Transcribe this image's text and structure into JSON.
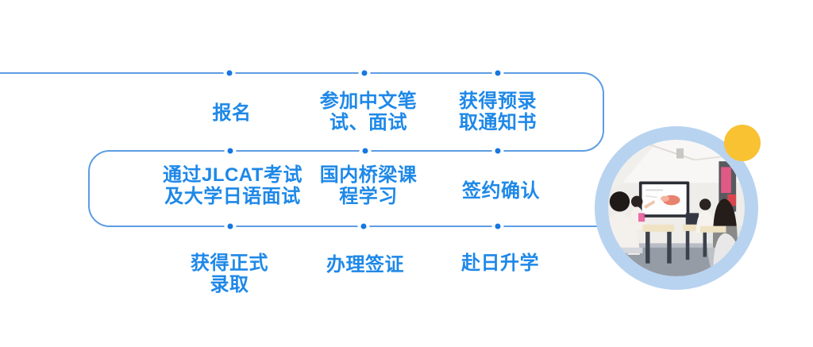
{
  "palette": {
    "line": "#5d9de4",
    "node": "#1677e3",
    "text": "#1e88e8",
    "ring": "#b8d3f0",
    "accent": "#f9c233"
  },
  "steps": [
    {
      "name": "sign-up",
      "lines": [
        "报名"
      ]
    },
    {
      "name": "chinese-written-test",
      "lines": [
        "参加中文笔",
        "试、面试"
      ]
    },
    {
      "name": "pre-admission-notice",
      "lines": [
        "获得预录",
        "取通知书"
      ]
    },
    {
      "name": "jlcat-exam",
      "lines": [
        "通过JLCAT考试",
        "及大学日语面试"
      ]
    },
    {
      "name": "bridge-course",
      "lines": [
        "国内桥梁课",
        "程学习"
      ]
    },
    {
      "name": "contract-confirmation",
      "lines": [
        "签约确认"
      ]
    },
    {
      "name": "formal-admission",
      "lines": [
        "获得正式",
        "录取"
      ]
    },
    {
      "name": "visa-processing",
      "lines": [
        "办理签证"
      ]
    },
    {
      "name": "go-to-japan",
      "lines": [
        "赴日升学"
      ]
    }
  ],
  "decorations": {
    "photo": "classroom-photo",
    "accent_circle": "yellow-dot"
  }
}
